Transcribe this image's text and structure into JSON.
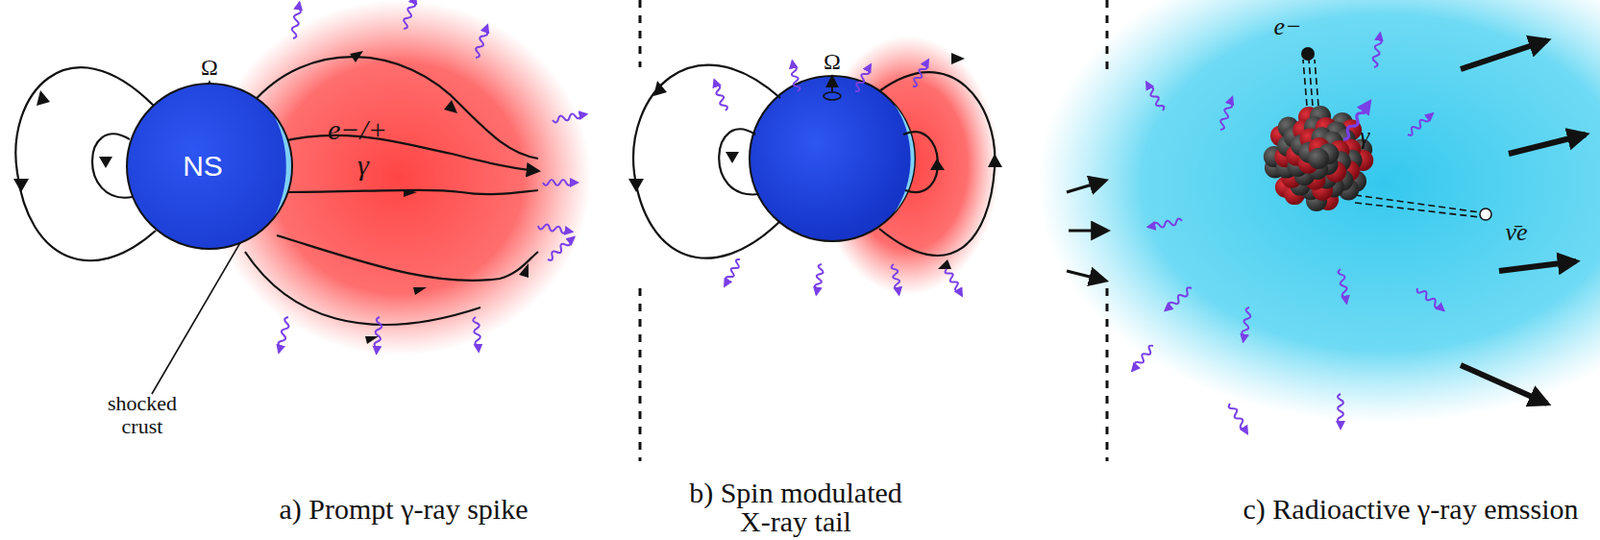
{
  "diagram": {
    "nodes": [
      {
        "text": [
          "NS"
        ]
      }
    ],
    "labels": [
      "Ω",
      "shocked crust",
      "e−/+",
      "γ",
      "Ω",
      "e−",
      "γ",
      "ν̄e",
      "a) Prompt γ-ray spike",
      "b) Spin modulated X-ray tail",
      "c) Radioactive γ-ray emssion"
    ]
  }
}
